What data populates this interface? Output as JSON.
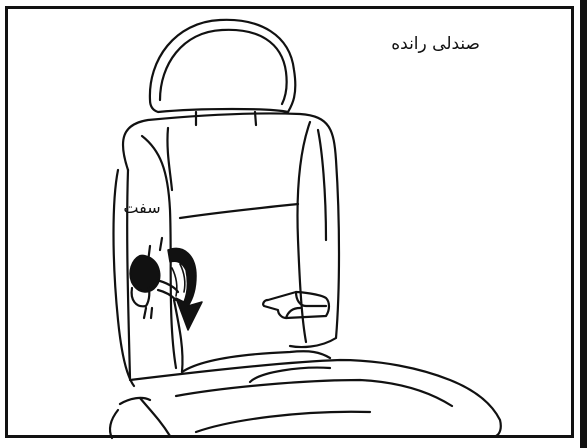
{
  "caption": "صندلی رانده",
  "lever_label": "سفت",
  "colors": {
    "ink": "#111111",
    "background": "#ffffff"
  },
  "icons": {
    "direction_arrow": "curved-down-arrow",
    "pointer": "hand-pointer"
  }
}
